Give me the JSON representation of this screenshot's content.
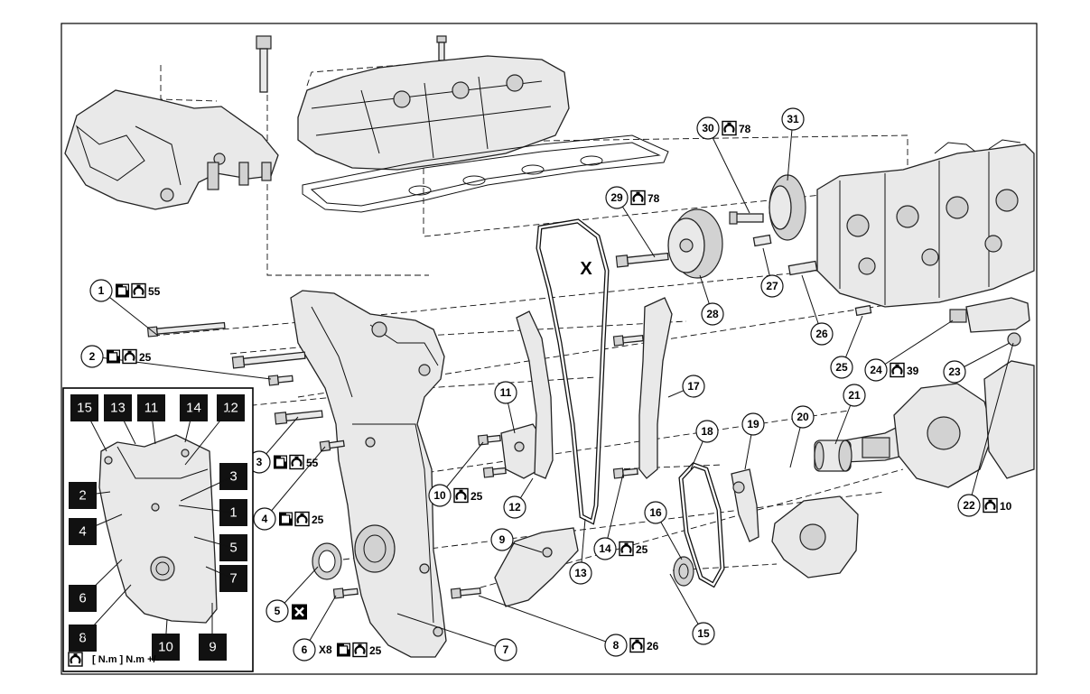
{
  "callouts": [
    {
      "label": "1",
      "torque": "55",
      "icons": [
        "sealant",
        "torque"
      ]
    },
    {
      "label": "2",
      "torque": "25",
      "icons": [
        "sealant",
        "torque"
      ]
    },
    {
      "label": "3",
      "torque": "55",
      "icons": [
        "sealant",
        "torque"
      ]
    },
    {
      "label": "4",
      "torque": "25",
      "icons": [
        "sealant",
        "torque"
      ]
    },
    {
      "label": "5",
      "torque": "",
      "icons": [
        "replace"
      ]
    },
    {
      "label": "6",
      "torque": "25",
      "prefix": "X8",
      "icons": [
        "sealant",
        "torque"
      ]
    },
    {
      "label": "7",
      "torque": "",
      "icons": []
    },
    {
      "label": "8",
      "torque": "26",
      "icons": [
        "torque"
      ]
    },
    {
      "label": "9",
      "torque": "",
      "icons": []
    },
    {
      "label": "10",
      "torque": "25",
      "icons": [
        "torque"
      ]
    },
    {
      "label": "11",
      "torque": "",
      "icons": []
    },
    {
      "label": "12",
      "torque": "",
      "icons": []
    },
    {
      "label": "13",
      "torque": "",
      "icons": []
    },
    {
      "label": "14",
      "torque": "25",
      "icons": [
        "torque"
      ]
    },
    {
      "label": "15",
      "torque": "",
      "icons": []
    },
    {
      "label": "16",
      "torque": "",
      "icons": []
    },
    {
      "label": "17",
      "torque": "",
      "icons": []
    },
    {
      "label": "18",
      "torque": "",
      "icons": []
    },
    {
      "label": "19",
      "torque": "",
      "icons": []
    },
    {
      "label": "20",
      "torque": "",
      "icons": []
    },
    {
      "label": "21",
      "torque": "",
      "icons": []
    },
    {
      "label": "22",
      "torque": "10",
      "icons": [
        "torque"
      ]
    },
    {
      "label": "23",
      "torque": "",
      "icons": []
    },
    {
      "label": "24",
      "torque": "39",
      "icons": [
        "torque"
      ]
    },
    {
      "label": "25",
      "torque": "",
      "icons": []
    },
    {
      "label": "26",
      "torque": "",
      "icons": []
    },
    {
      "label": "27",
      "torque": "",
      "icons": []
    },
    {
      "label": "28",
      "torque": "",
      "icons": []
    },
    {
      "label": "29",
      "torque": "78",
      "icons": [
        "torque"
      ]
    },
    {
      "label": "30",
      "torque": "78",
      "icons": [
        "torque"
      ]
    },
    {
      "label": "31",
      "torque": "",
      "icons": []
    }
  ],
  "inset_labels": [
    "15",
    "13",
    "11",
    "14",
    "12",
    "2",
    "3",
    "4",
    "1",
    "5",
    "6",
    "7",
    "8",
    "10",
    "9"
  ],
  "legend_text": "[ N.m ] N.m +/-",
  "chain_mark": "X",
  "colors": {
    "ink": "#000000",
    "part_fill": "#e9e9e9",
    "inset_square": "#111111"
  }
}
